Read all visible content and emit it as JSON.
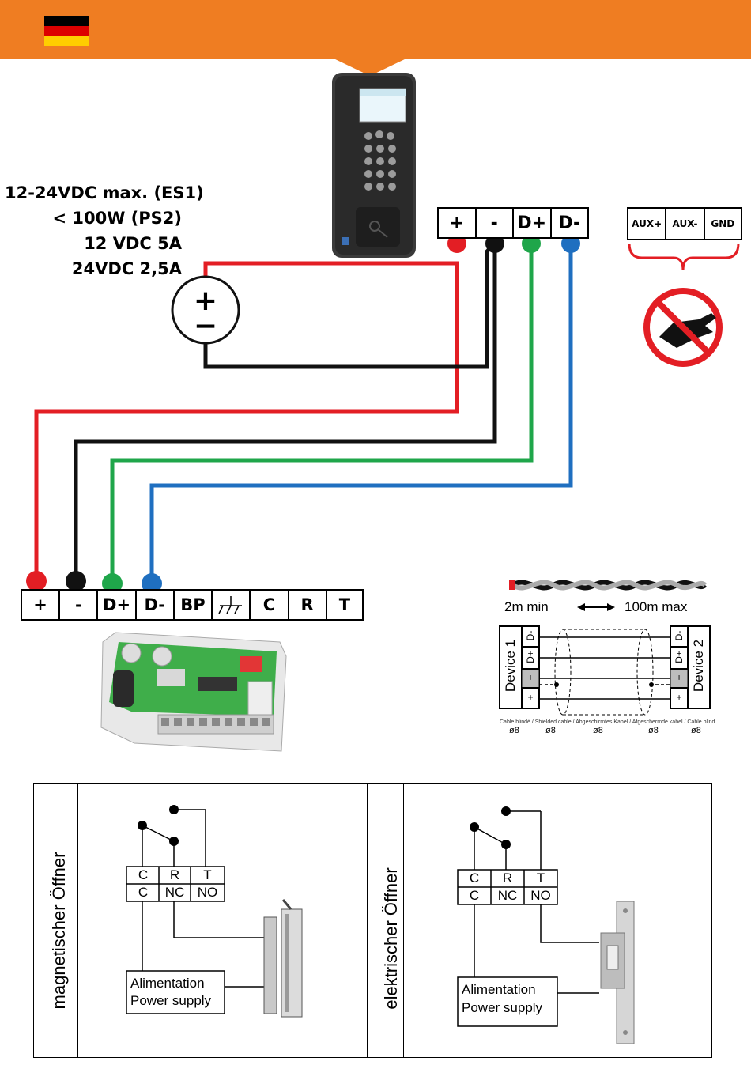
{
  "header": {
    "flag_colors": [
      "#000000",
      "#dd0000",
      "#ffce00"
    ],
    "accent_color": "#ef7d22"
  },
  "power_spec": {
    "line1": "12-24VDC max. (ES1)",
    "line2": "< 100W (PS2)",
    "line3": "12 VDC 5A",
    "line4": "24VDC 2,5A"
  },
  "psu_symbol": {
    "plus": "+",
    "minus": "−"
  },
  "reader_terminals": [
    "+",
    "-",
    "D+",
    "D-"
  ],
  "aux_terminals": [
    "AUX+",
    "AUX-",
    "GND"
  ],
  "controller_terminals": [
    "+",
    "-",
    "D+",
    "D-",
    "BP",
    "",
    "C",
    "R",
    "T"
  ],
  "wire_colors": {
    "red": "#e31e24",
    "black": "#111111",
    "green": "#1fa64a",
    "blue": "#1f6fc0"
  },
  "cable_spec": {
    "min": "2m min",
    "max": "100m max",
    "device1": "Device 1",
    "device2": "Device 2",
    "device1_pins": [
      "D-",
      "D+",
      "−",
      "+"
    ],
    "device2_pins": [
      "D-",
      "D+",
      "−",
      "+"
    ],
    "caption": "Cable blindé / Shielded cable / Abgeschirmtes Kabel / Afgeschermde kabel / Cable blindado",
    "diameters": [
      "ø8",
      "ø8",
      "ø8",
      "ø8",
      "ø8"
    ]
  },
  "lock_magnetic": {
    "title": "magnetischer Öffner",
    "row1": [
      "C",
      "R",
      "T"
    ],
    "row2": [
      "C",
      "NC",
      "NO"
    ],
    "psu_line1": "Alimentation",
    "psu_line2": "Power supply"
  },
  "lock_electric": {
    "title": "elektrischer Öffner",
    "row1": [
      "C",
      "R",
      "T"
    ],
    "row2": [
      "C",
      "NC",
      "NO"
    ],
    "psu_line1": "Alimentation",
    "psu_line2": "Power supply"
  }
}
